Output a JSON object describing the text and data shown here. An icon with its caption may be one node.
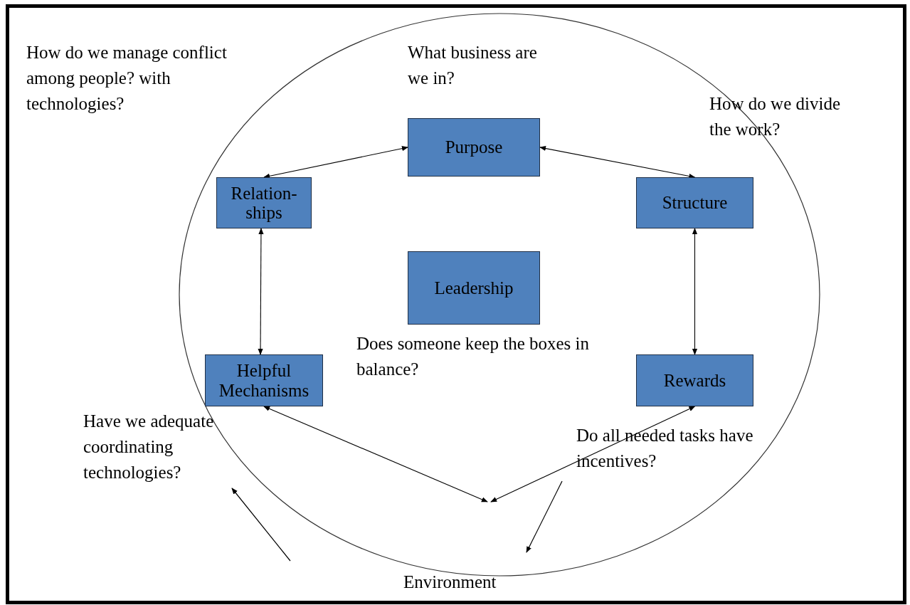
{
  "diagram": {
    "nodes": [
      {
        "text": [],
        "shape": "circle"
      },
      {
        "text": [
          "Purpose"
        ],
        "in": 0
      },
      {
        "text": [
          "Relation- ships"
        ],
        "in": 0
      },
      {
        "text": [
          "Structure"
        ],
        "in": 0
      },
      {
        "text": [
          "Leadership"
        ],
        "in": 0
      },
      {
        "text": [
          "Helpful Mechanisms"
        ],
        "in": 0
      },
      {
        "text": [
          "Rewards"
        ],
        "in": 0
      }
    ],
    "edges": [
      {
        "from": 1,
        "to": 2,
        "arrow": "both"
      },
      {
        "from": 1,
        "to": 3,
        "arrow": "both"
      },
      {
        "from": 2,
        "to": 5,
        "arrow": "both"
      },
      {
        "from": 3,
        "to": 6,
        "arrow": "both"
      },
      {
        "from": 5,
        "to": null,
        "arrow": "both"
      },
      {
        "from": 6,
        "to": null,
        "arrow": "both"
      }
    ],
    "labels": [
      "How do we manage conflict among people? with technologies?",
      "What business are we in?",
      "How do we divide the work?",
      "Does someone keep the boxes in balance?",
      "Have we adequate coordinating technologies?",
      "Do all needed tasks have incentives?",
      "Environment"
    ]
  }
}
